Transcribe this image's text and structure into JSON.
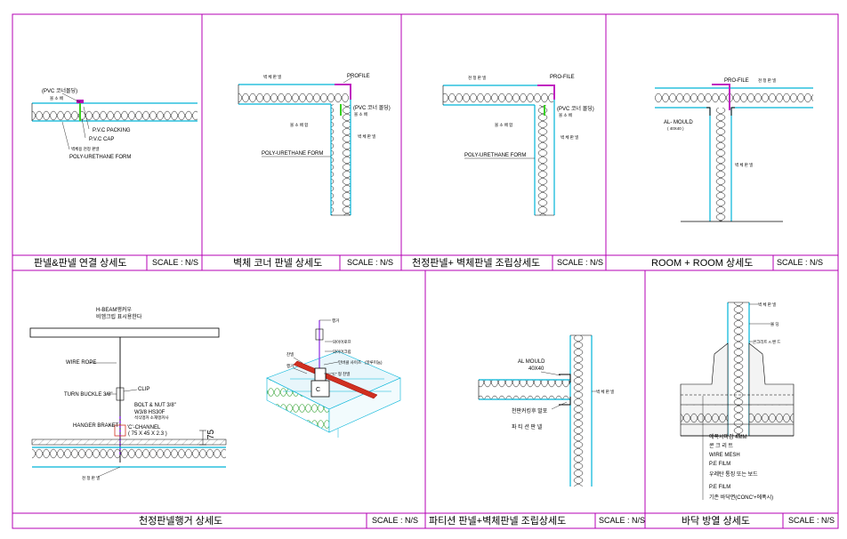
{
  "colors": {
    "frame": "#b400b4",
    "panel_skin": "#00b4d8",
    "insulation": "#000000",
    "packing": "#39d020",
    "hanger_rod": "#8a2be2",
    "profile": "#c020c0",
    "channel": "#d03020"
  },
  "panels": [
    {
      "id": "panel-joint",
      "title": "판넬&판넬 연결 상세도",
      "scale": "SCALE : N/S",
      "labels": [
        "(PVC 코너몰딩)",
        "볼 소 배",
        "P.V.C PACKING",
        "P.V.C CAP",
        "벽체용 천정 판넬",
        "POLY-URETHANE FORM"
      ]
    },
    {
      "id": "wall-corner",
      "title": "벽체 코너 판넬 상세도",
      "scale": "SCALE : N/S",
      "labels": [
        "벽 체 판 넬",
        "PROFILE",
        "(PVC 코너 몰딩)",
        "볼 소 배",
        "볼 소 배 합",
        "벽 체 판 넬",
        "POLY-URETHANE FORM"
      ]
    },
    {
      "id": "ceiling-wall",
      "title": "천정판넬+ 벽체판넬 조립상세도",
      "scale": "SCALE : N/S",
      "labels": [
        "천 정 판 넬",
        "PRO-FILE",
        "(PVC 코너 몰딩)",
        "볼 소 배",
        "볼 소 배 합",
        "벽 체 판 넬",
        "POLY-URETHANE FORM"
      ]
    },
    {
      "id": "room-room",
      "title": "ROOM + ROOM 상세도",
      "scale": "SCALE : N/S",
      "labels": [
        "PRO-FILE",
        "천 정 판 넬",
        "AL- MOULD",
        "( 40X40 )",
        "벽 체 판 넬"
      ]
    },
    {
      "id": "ceiling-hanger",
      "title": "천정판넬행거 상세도",
      "scale": "SCALE : N/S",
      "labels": [
        "H-BEAM앵커우",
        "비엠크립 표시용한다",
        "WIRE ROPE",
        "TURN BUCKLE 3/8\"",
        "CLIP",
        "BOLT & NUT 3/8\"",
        "W3/8 HS30F",
        "석식앵커 소재앵커사",
        "HANGER BRAKET",
        "'C'-CHANNEL",
        "( 75 X 45 X 2.3 )",
        "75",
        "천 정 판 넬"
      ],
      "iso_labels": [
        "행거",
        "와이어로프",
        "와이어크립",
        "턴버클 사이즈",
        "(알루미늄)",
        "\"C\" 형 찬넬",
        "찬넬",
        "행거",
        "C"
      ]
    },
    {
      "id": "partition-wall",
      "title": "파티션 판넬+벽체판넬 조립상세도",
      "scale": "SCALE : N/S",
      "labels": [
        "AL MOULD",
        "40X40",
        "벽 체 판 넬",
        "천판커킹후 발포",
        "파 티 션 판 넬"
      ]
    },
    {
      "id": "floor-insulation",
      "title": "바닥 방열 상세도",
      "scale": "SCALE : N/S",
      "labels": [
        "벽 체 판 넬",
        "몰 딩",
        "콘크리트 A 밴 드",
        "에폭시마감 4MM",
        "콘 크 리 트",
        "WIRE MESH",
        "P.E FILM",
        "우레탄 통징 또는 보드",
        "P.E FILM",
        "기존 바닥면(CONC'+에폭시)"
      ]
    }
  ]
}
